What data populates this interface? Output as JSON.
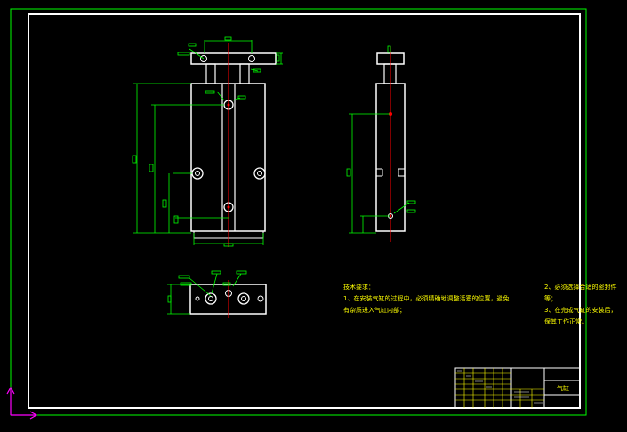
{
  "colors": {
    "background": "#000000",
    "frame_outer": "#00ff00",
    "frame_inner": "#ffffff",
    "part_outline": "#ffffff",
    "dimension": "#00ff00",
    "centerline": "#ff0000",
    "notes_text": "#ffff00",
    "ucs_icon": "#ff00ff"
  },
  "technical_requirements": {
    "heading": "技术要求：",
    "item1_line1": "1、在安装气缸的过程中，必须精确地调整活塞的位置，避免",
    "item1_line2": "有杂质进入气缸内部；",
    "item2_line1": "2、必须选择合适的密封件",
    "item2_line2": "等；",
    "item3_line1": "3、在完成气缸的安装后，",
    "item3_line2": "保其工作正常。"
  },
  "title_block": {
    "part_name": "气缸"
  },
  "ucs_icon": "ucs-axis-icon"
}
